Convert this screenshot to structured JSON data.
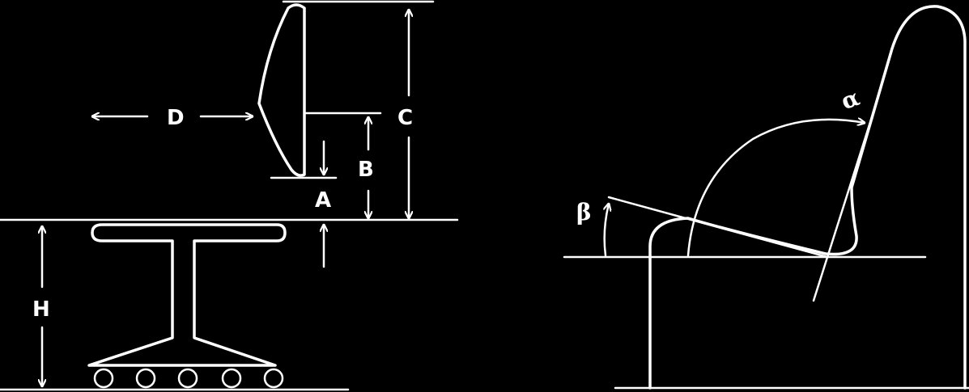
{
  "labels": {
    "a": "A",
    "b": "B",
    "c": "C",
    "d": "D",
    "h": "H",
    "alpha": "α",
    "beta": "β"
  }
}
